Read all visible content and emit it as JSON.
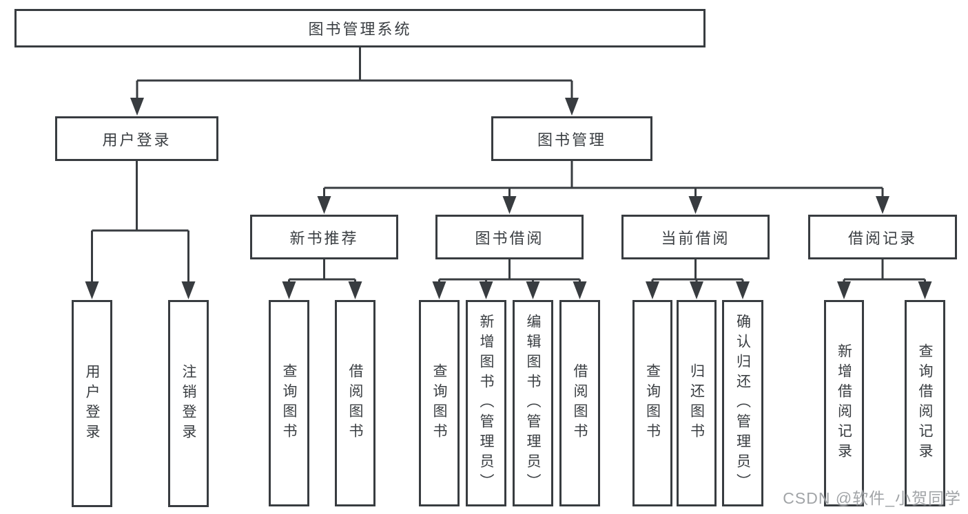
{
  "tree": {
    "label": "图书管理系统",
    "children": [
      {
        "label": "用户登录",
        "children": [
          {
            "label": "用户登录"
          },
          {
            "label": "注销登录"
          }
        ]
      },
      {
        "label": "图书管理",
        "children": [
          {
            "label": "新书推荐",
            "children": [
              {
                "label": "查询图书"
              },
              {
                "label": "借阅图书"
              }
            ]
          },
          {
            "label": "图书借阅",
            "children": [
              {
                "label": "查询图书"
              },
              {
                "label": "新增图书（管理员）"
              },
              {
                "label": "编辑图书（管理员）"
              },
              {
                "label": "借阅图书"
              }
            ]
          },
          {
            "label": "当前借阅",
            "children": [
              {
                "label": "查询图书"
              },
              {
                "label": "归还图书"
              },
              {
                "label": "确认归还（管理员）"
              }
            ]
          },
          {
            "label": "借阅记录",
            "children": [
              {
                "label": "新增借阅记录"
              },
              {
                "label": "查询借阅记录"
              }
            ]
          }
        ]
      }
    ]
  },
  "watermark": "CSDN @软件_小贺同学",
  "colors": {
    "line": "#383c40",
    "text": "#3a3e42",
    "background": "#ffffff",
    "watermark": "#919498"
  }
}
